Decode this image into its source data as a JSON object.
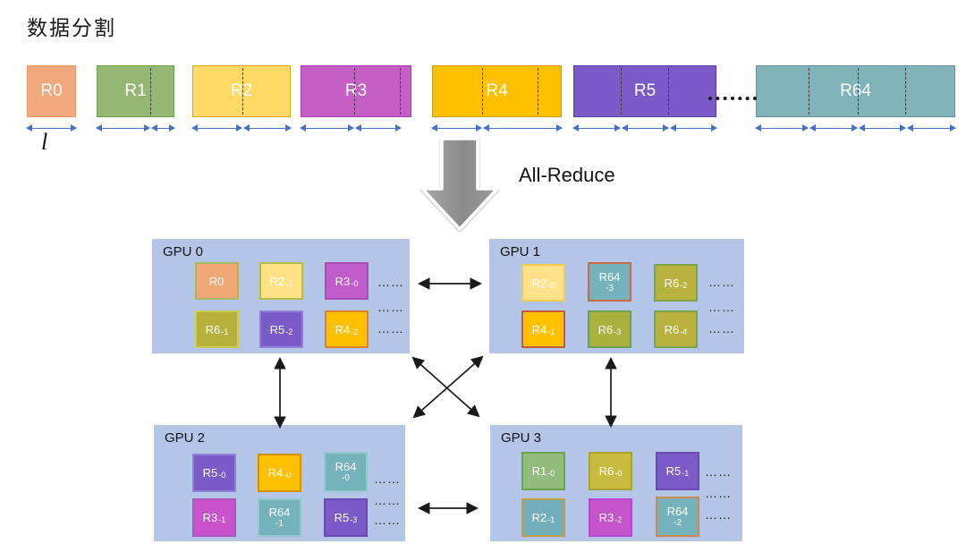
{
  "page": {
    "title": "数据分割",
    "unit_label": "l",
    "arrow_label": "All-Reduce",
    "ellipsis": "……"
  },
  "colors": {
    "gpu_box": "#b3c6e8",
    "measure_arrow": "#4472c4",
    "connector": "#1a1a1a",
    "big_arrow": "#999999"
  },
  "top_row": [
    {
      "label": "R0",
      "fill": "#f1a87d",
      "border": "#e8996a"
    },
    {
      "label": "R1",
      "fill": "#94b873",
      "border": "#6f9e51"
    },
    {
      "label": "R2",
      "fill": "#ffd966",
      "border": "#dba617"
    },
    {
      "label": "R3",
      "fill": "#c55ec5",
      "border": "#a13ea8"
    },
    {
      "label": "R4",
      "fill": "#ffc000",
      "border": "#d09c00"
    },
    {
      "label": "R5",
      "fill": "#7a5bc7",
      "border": "#5c3da6"
    },
    {
      "label": "R64",
      "fill": "#81b3bb",
      "border": "#62939c"
    }
  ],
  "gpus": [
    {
      "label": "GPU 0",
      "tiles": [
        {
          "main": "R0",
          "sub": "",
          "fill": "#f0a876",
          "border": "#a8b964"
        },
        {
          "main": "R2",
          "sub": "-1",
          "fill": "#ffe285",
          "border": "#b3bd4b"
        },
        {
          "main": "R3",
          "sub": "-0",
          "fill": "#c05ccb",
          "border": "#a94cb8"
        },
        {
          "main": "R6",
          "sub": "-1",
          "fill": "#b7b13c",
          "border": "#ccc95d"
        },
        {
          "main": "R5",
          "sub": "-2",
          "fill": "#7a5bc7",
          "border": "#9180d4"
        },
        {
          "main": "R4",
          "sub": "-2",
          "fill": "#ffc000",
          "border": "#e0802e"
        }
      ]
    },
    {
      "label": "GPU 1",
      "tiles": [
        {
          "main": "R2",
          "sub": "-0",
          "fill": "#ffe28a",
          "border": "#f2cb4e"
        },
        {
          "main": "R64",
          "sub": "-3",
          "fill": "#74b2bc",
          "border": "#c96a47",
          "stacked": true
        },
        {
          "main": "R6",
          "sub": "-2",
          "fill": "#b9b23e",
          "border": "#79a748"
        },
        {
          "main": "R4",
          "sub": "-1",
          "fill": "#ffc000",
          "border": "#c75b39"
        },
        {
          "main": "R6",
          "sub": "-3",
          "fill": "#aab23e",
          "border": "#6da24d"
        },
        {
          "main": "R6",
          "sub": "-4",
          "fill": "#b9b23e",
          "border": "#79a748"
        }
      ]
    },
    {
      "label": "GPU 2",
      "tiles": [
        {
          "main": "R5",
          "sub": "-0",
          "fill": "#7a5bc7",
          "border": "#9180d4"
        },
        {
          "main": "R4",
          "sub": "-0",
          "fill": "#ffc000",
          "border": "#d09200"
        },
        {
          "main": "R64",
          "sub": "-0",
          "fill": "#74b2bc",
          "border": "#93c6cd",
          "stacked": true
        },
        {
          "main": "R3",
          "sub": "-1",
          "fill": "#c853cd",
          "border": "#b052c0"
        },
        {
          "main": "R64",
          "sub": "-1",
          "fill": "#74b2bc",
          "border": "#93c6cd",
          "stacked": true
        },
        {
          "main": "R5",
          "sub": "-3",
          "fill": "#7a5bc7",
          "border": "#6a4bb5"
        }
      ]
    },
    {
      "label": "GPU 3",
      "tiles": [
        {
          "main": "R1",
          "sub": "-0",
          "fill": "#93bb7d",
          "border": "#6ba24f"
        },
        {
          "main": "R6",
          "sub": "-0",
          "fill": "#c9bb3f",
          "border": "#a8a434"
        },
        {
          "main": "R5",
          "sub": "-1",
          "fill": "#7a5bc7",
          "border": "#6a4bb5"
        },
        {
          "main": "R2",
          "sub": "-1",
          "fill": "#74aebc",
          "border": "#c0a045"
        },
        {
          "main": "R3",
          "sub": "-2",
          "fill": "#c553c9",
          "border": "#b14ad0"
        },
        {
          "main": "R64",
          "sub": "-2",
          "fill": "#74b2bc",
          "border": "#c98a49",
          "stacked": true
        }
      ]
    }
  ]
}
